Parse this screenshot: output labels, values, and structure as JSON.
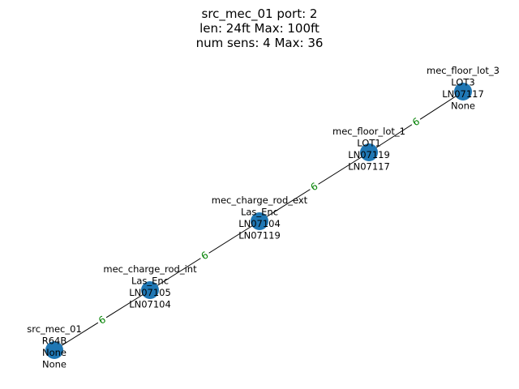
{
  "title": {
    "lines": [
      "src_mec_01 port: 2",
      "len: 24ft Max: 100ft",
      "num sens: 4 Max: 36"
    ]
  },
  "colors": {
    "node_fill": "#1f77b4",
    "edge_stroke": "#000000",
    "edge_label": "#008000",
    "text": "#000000"
  },
  "nodes": [
    {
      "id": "src_mec_01",
      "lines": [
        "src_mec_01",
        "R64B",
        "None",
        "None"
      ]
    },
    {
      "id": "mec_charge_rod_int",
      "lines": [
        "mec_charge_rod_int",
        "Las_Enc",
        "LN07105",
        "LN07104"
      ]
    },
    {
      "id": "mec_charge_rod_ext",
      "lines": [
        "mec_charge_rod_ext",
        "Las_Enc",
        "LN07104",
        "LN07119"
      ]
    },
    {
      "id": "mec_floor_lot_1",
      "lines": [
        "mec_floor_lot_1",
        "LOT1",
        "LN07119",
        "LN07117"
      ]
    },
    {
      "id": "mec_floor_lot_3",
      "lines": [
        "mec_floor_lot_3",
        "LOT3",
        "LN07117",
        "None"
      ]
    }
  ],
  "edges": [
    {
      "source": "src_mec_01",
      "target": "mec_charge_rod_int",
      "label": "6"
    },
    {
      "source": "mec_charge_rod_int",
      "target": "mec_charge_rod_ext",
      "label": "6"
    },
    {
      "source": "mec_charge_rod_ext",
      "target": "mec_floor_lot_1",
      "label": "6"
    },
    {
      "source": "mec_floor_lot_1",
      "target": "mec_floor_lot_3",
      "label": "6"
    }
  ]
}
